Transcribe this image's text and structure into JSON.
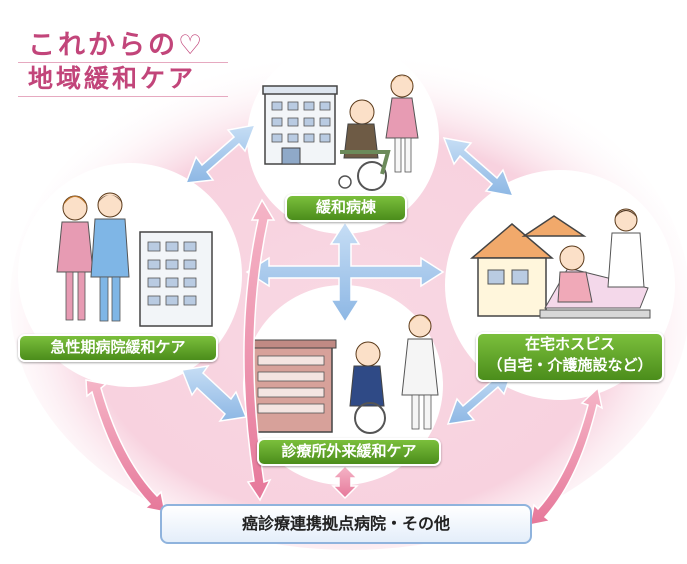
{
  "title": {
    "line1": "これからの♡",
    "line2": "地域緩和ケア"
  },
  "nodes": {
    "palliative_ward": "緩和病棟",
    "acute_hospital": "急性期病院緩和ケア",
    "home_hospice_line1": "在宅ホスピス",
    "home_hospice_line2": "（自宅・介護施設など）",
    "clinic_outpatient": "診療所外来緩和ケア"
  },
  "bottom": {
    "label": "癌診療連携拠点病院・その他"
  },
  "colors": {
    "title_pink": "#c2457a",
    "label_green": "#5a9d25",
    "arrow_blue": "#9cc4ea",
    "arrow_pink": "#ec8aa6",
    "glow_pink": "#f6c7d7"
  }
}
